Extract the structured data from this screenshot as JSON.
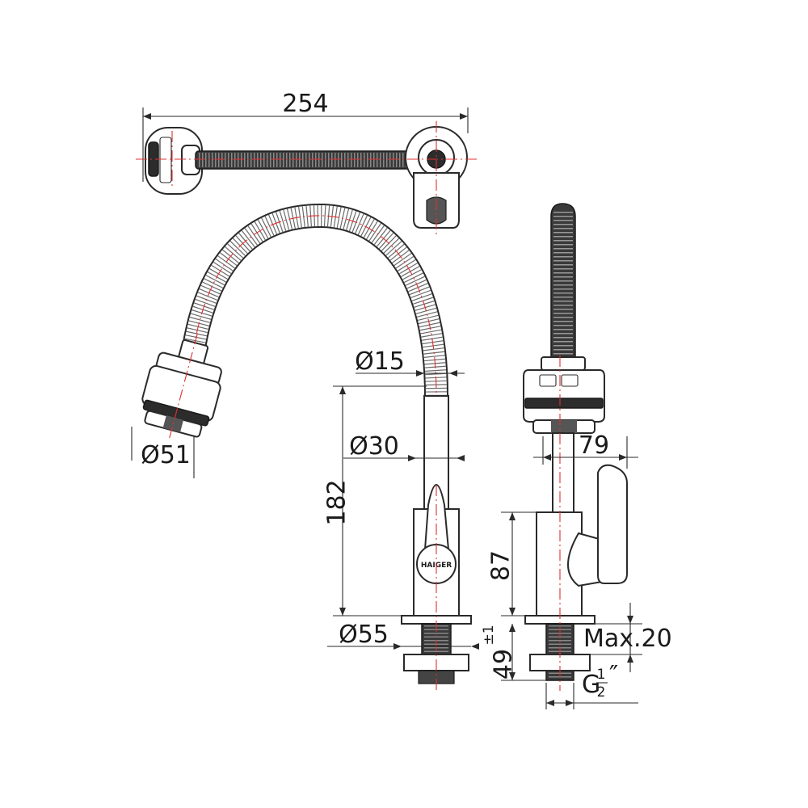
{
  "dimensions": {
    "overall_length": "254",
    "hose_diameter": "Ø15",
    "head_diameter": "Ø51",
    "body_diameter": "Ø30",
    "base_diameter": "Ø55",
    "spout_height": "182",
    "depth": "79",
    "handle_height": "87",
    "shank_length": "49",
    "shank_tolerance": "±1",
    "max_thickness": "Max.20",
    "thread_prefix": "G",
    "thread_num": "1",
    "thread_den": "2",
    "thread_suffix": "″"
  },
  "logo_text": "HAIGER"
}
